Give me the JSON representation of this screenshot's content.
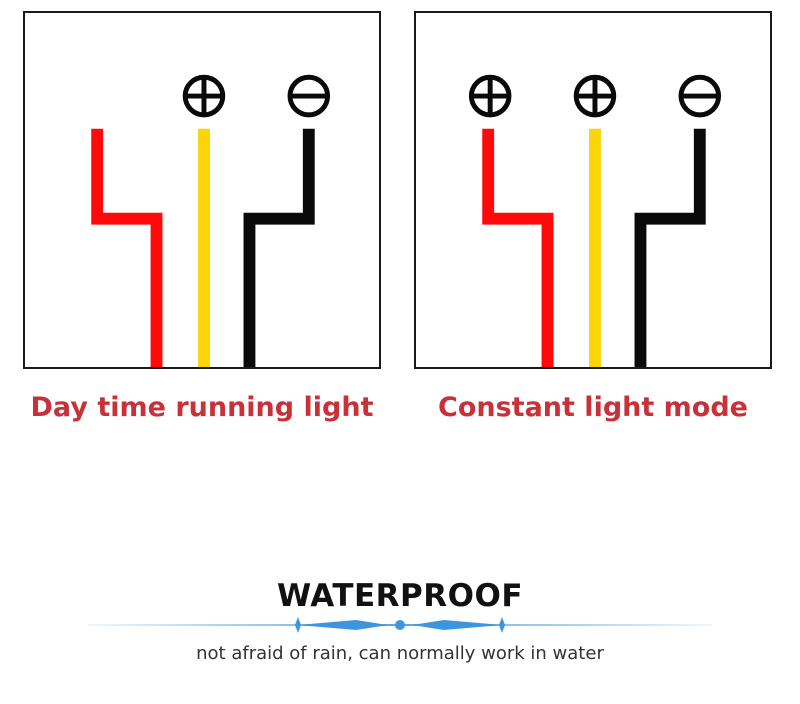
{
  "colors": {
    "red_wire": "#ff0a0a",
    "yellow_wire": "#fbd40a",
    "black_wire": "#0a0a0a",
    "caption": "#c8313a",
    "divider": "#5aa6e0"
  },
  "panels": [
    {
      "caption": "Day time running light",
      "terminals": [
        "positive",
        "negative"
      ]
    },
    {
      "caption": "Constant light mode",
      "terminals": [
        "positive",
        "positive",
        "negative"
      ]
    }
  ],
  "feature": {
    "title": "WATERPROOF",
    "subtitle": "not afraid of rain, can normally work in water"
  }
}
